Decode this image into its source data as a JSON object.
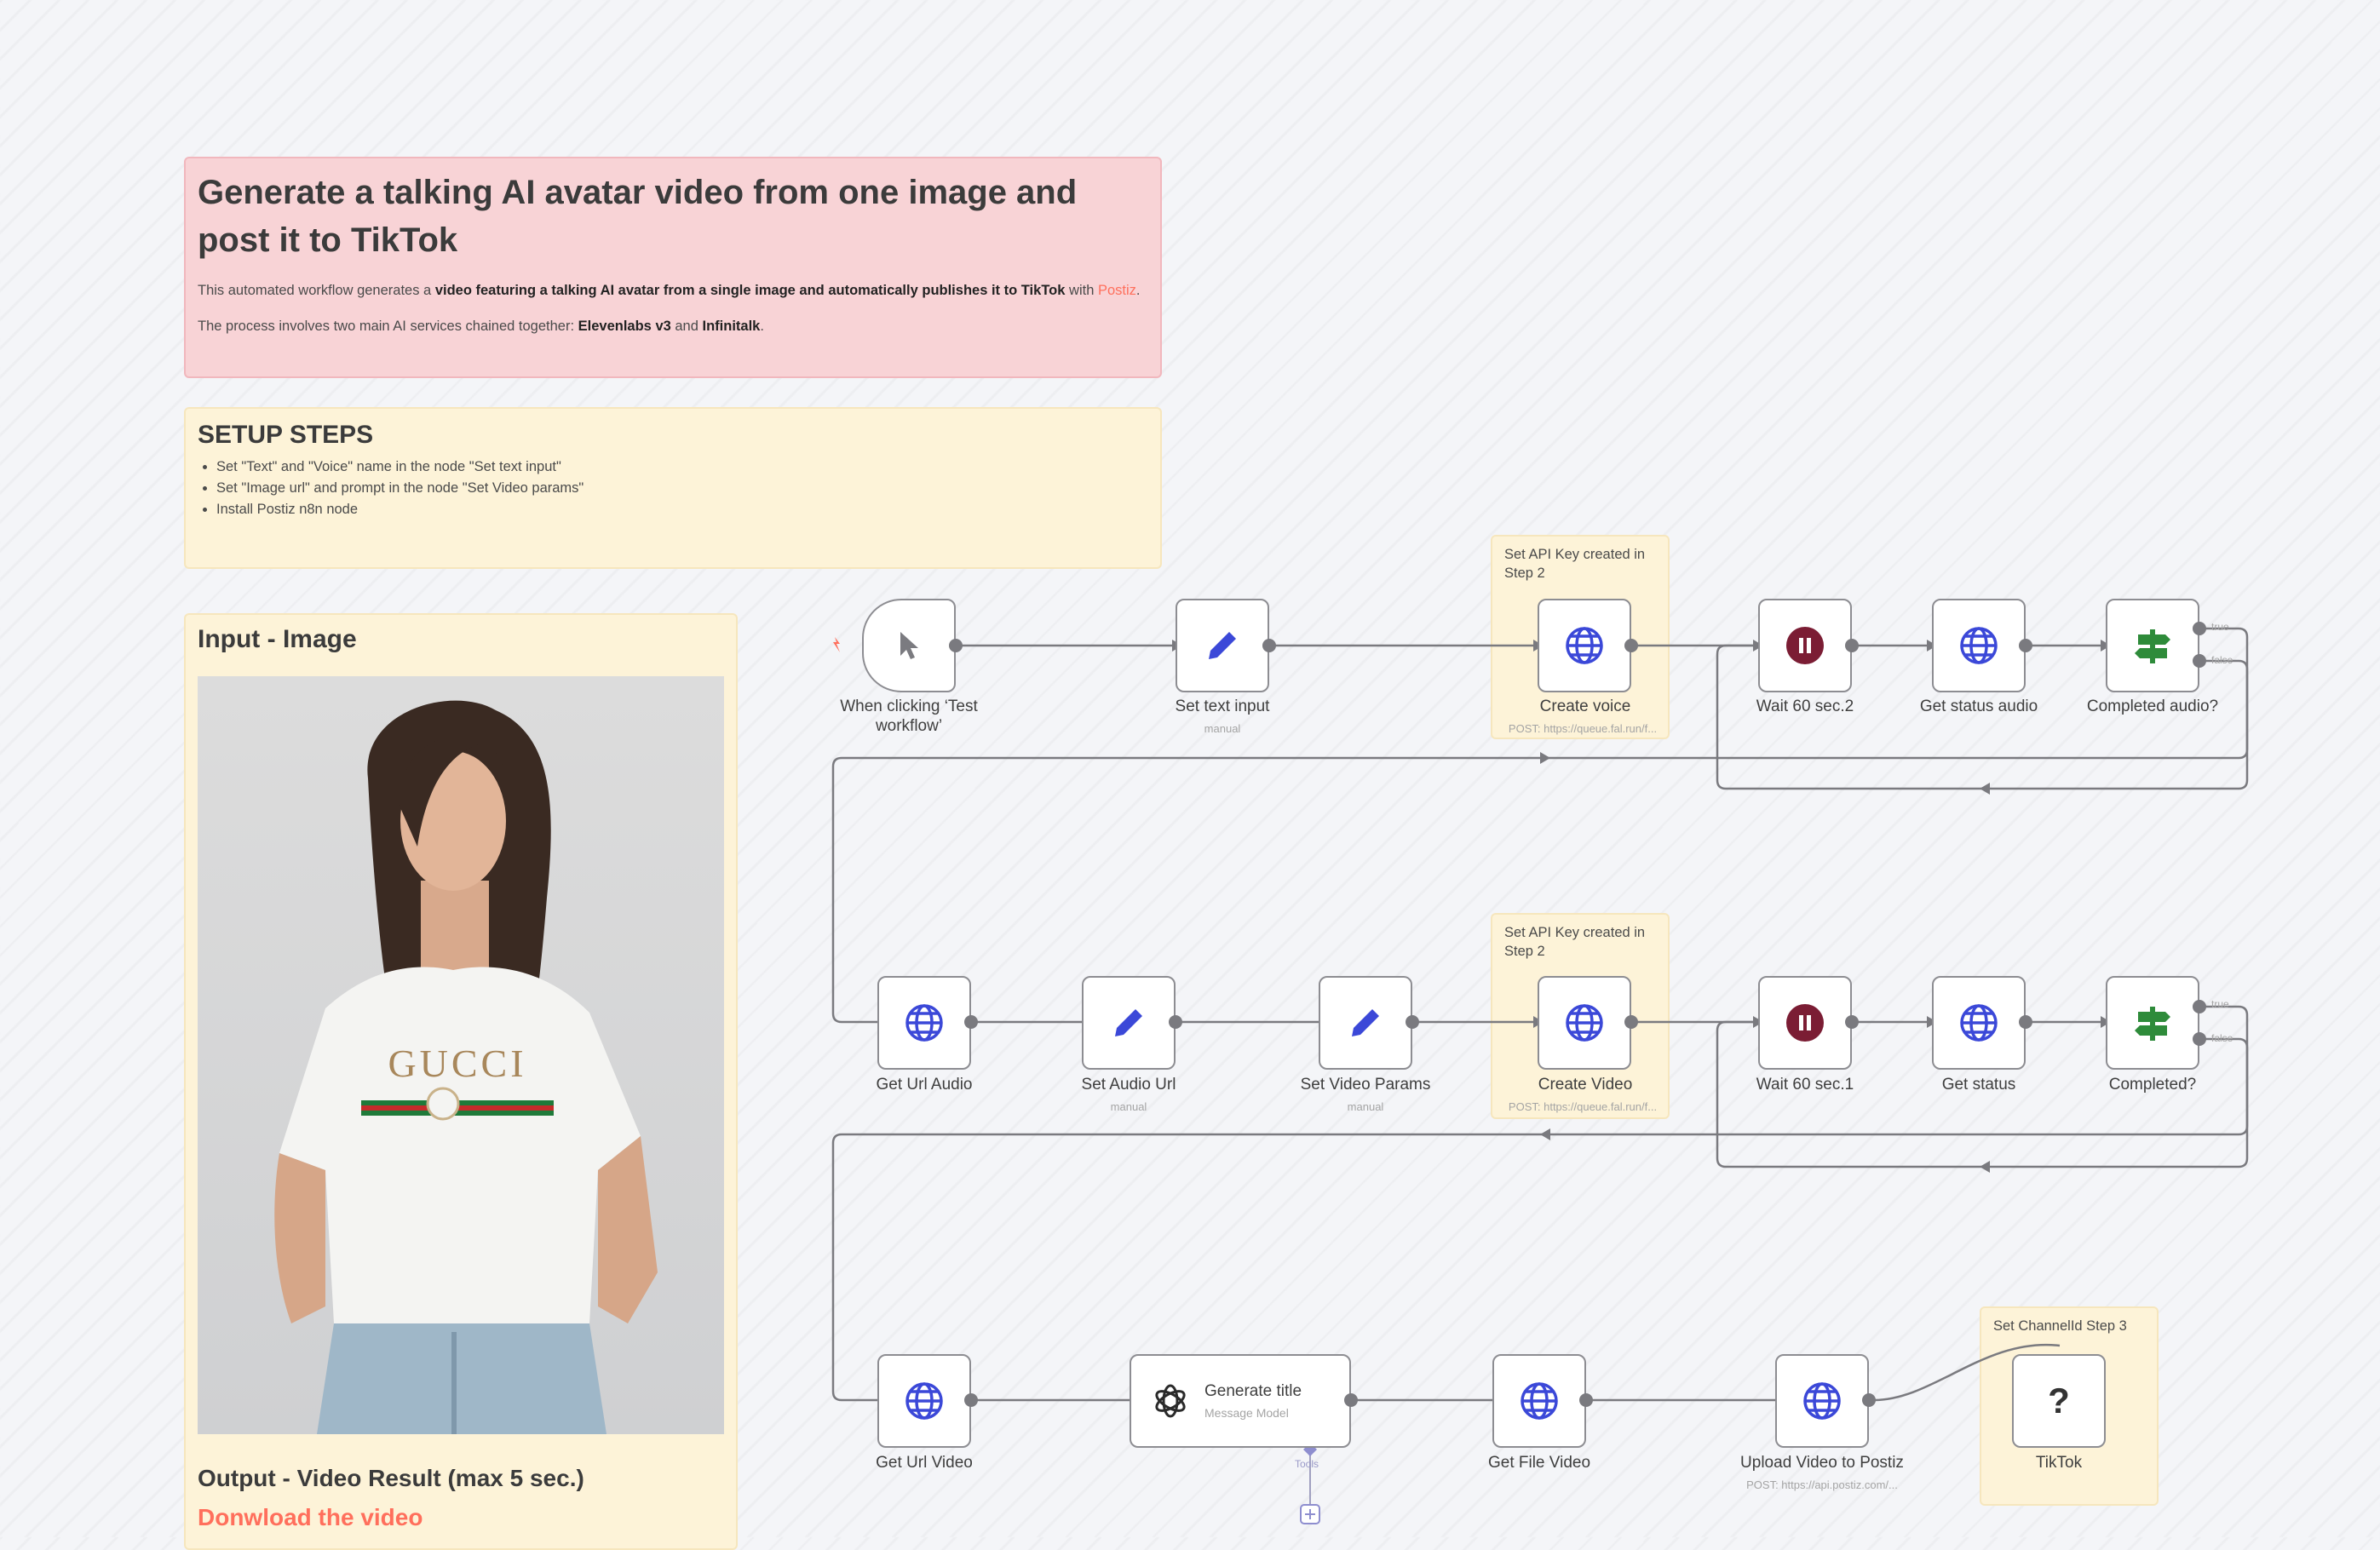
{
  "intro": {
    "title": "Generate a talking AI avatar video from one image and post it to TikTok",
    "p1_before": "This automated workflow generates a ",
    "p1_bold": "video featuring a talking AI avatar from a single image and automatically publishes it to TikTok",
    "p1_after": " with ",
    "p1_link": "Postiz",
    "p1_end": ".",
    "p2_before": "The process involves two main AI services chained together: ",
    "p2_b1": "Elevenlabs v3",
    "p2_mid": " and ",
    "p2_b2": "Infinitalk",
    "p2_end": "."
  },
  "setup": {
    "title": "SETUP STEPS",
    "steps": [
      "Set \"Text\" and \"Voice\" name in the node \"Set text input\"",
      "Set \"Image url\" and prompt in the node \"Set Video params\"",
      "Install Postiz n8n node"
    ]
  },
  "input_note": {
    "title": "Input - Image",
    "image_text": "GUCCI",
    "output_title": "Output - Video Result (max 5 sec.)",
    "download_link": "Donwload the video"
  },
  "stickies": {
    "api_key_1": "Set API Key created in Step 2",
    "api_key_2": "Set API Key created in Step 2",
    "channel": "Set ChannelId Step 3"
  },
  "nodes": {
    "trigger": {
      "label": "When clicking ‘Test workflow’"
    },
    "set_text_input": {
      "label": "Set text input",
      "sub": "manual"
    },
    "create_voice": {
      "label": "Create voice",
      "sub": "POST: https://queue.fal.run/f..."
    },
    "wait_2": {
      "label": "Wait 60 sec.2"
    },
    "get_status_audio": {
      "label": "Get status audio"
    },
    "completed_audio": {
      "label": "Completed audio?",
      "true": "true",
      "false": "false"
    },
    "get_url_audio": {
      "label": "Get Url Audio"
    },
    "set_audio_url": {
      "label": "Set Audio Url",
      "sub": "manual"
    },
    "set_video_params": {
      "label": "Set Video Params",
      "sub": "manual"
    },
    "create_video": {
      "label": "Create Video",
      "sub": "POST: https://queue.fal.run/f..."
    },
    "wait_1": {
      "label": "Wait 60 sec.1"
    },
    "get_status": {
      "label": "Get status"
    },
    "completed": {
      "label": "Completed?",
      "true": "true",
      "false": "false"
    },
    "get_url_video": {
      "label": "Get Url Video"
    },
    "generate_title": {
      "label": "Generate title",
      "sub": "Message Model",
      "tools": "Tools"
    },
    "get_file_video": {
      "label": "Get File Video"
    },
    "upload_postiz": {
      "label": "Upload Video to Postiz",
      "sub": "POST: https://api.postiz.com/..."
    },
    "tiktok": {
      "label": "TikTok",
      "glyph": "?"
    }
  },
  "colors": {
    "accent_link": "#ff6f5c",
    "http_icon": "#3b48d8",
    "wait_icon": "#7b1d34",
    "if_icon": "#2e8b3a",
    "connection": "#7a7a7f"
  }
}
